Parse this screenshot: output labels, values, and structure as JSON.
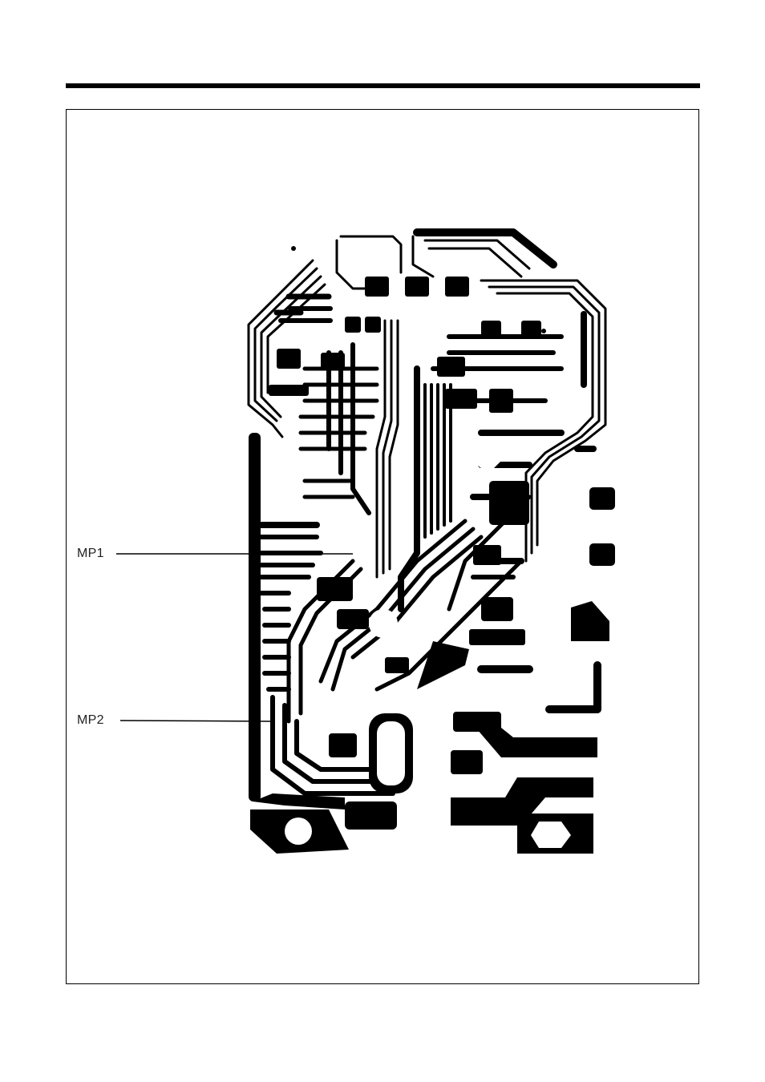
{
  "figure": {
    "test_points": [
      {
        "id": "mp1",
        "label": "MP1"
      },
      {
        "id": "mp2",
        "label": "MP2"
      }
    ]
  }
}
